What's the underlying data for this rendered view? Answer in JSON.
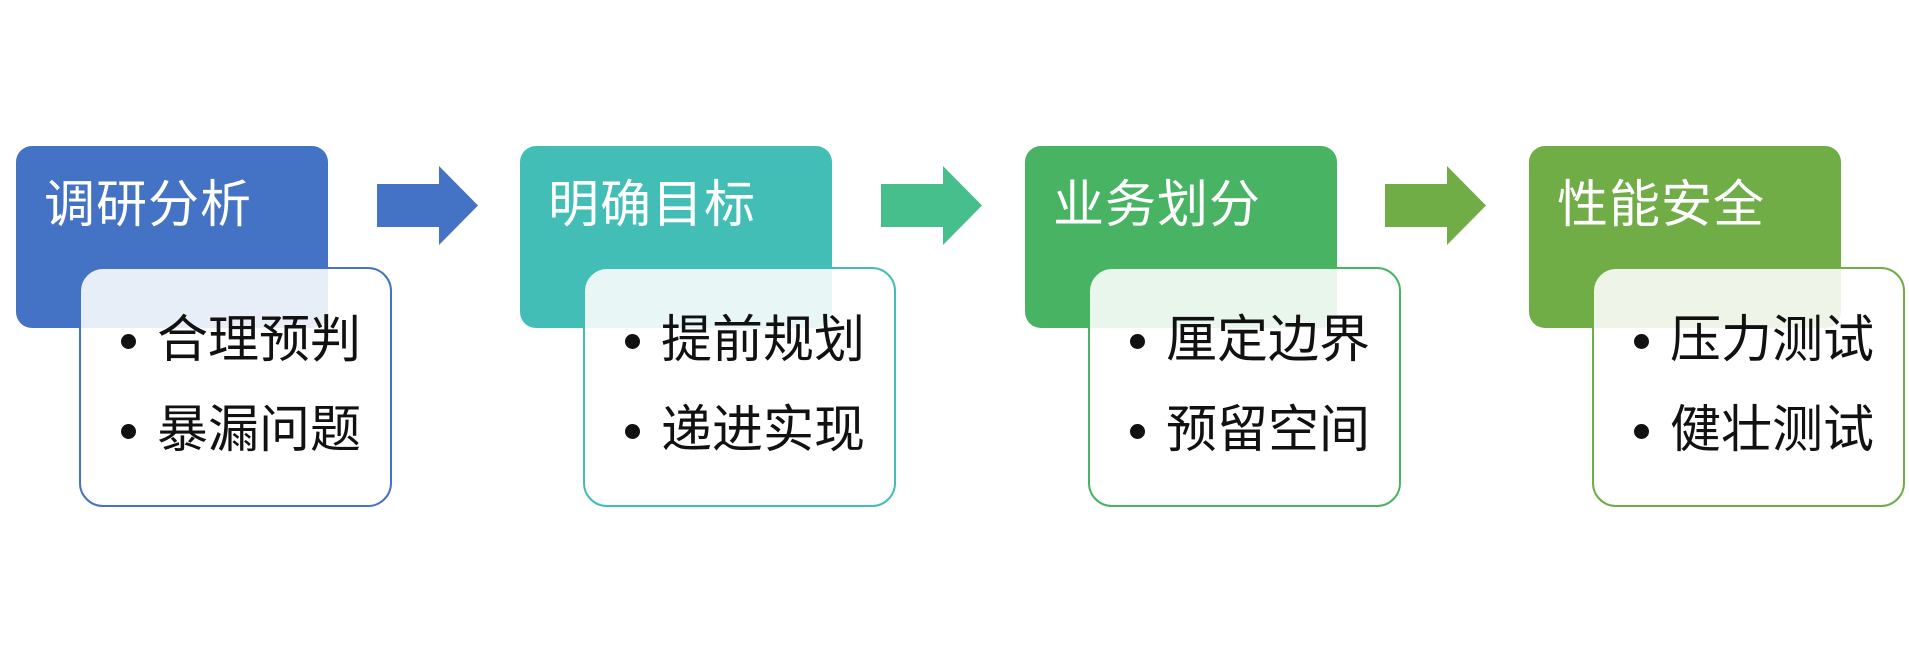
{
  "stages": [
    {
      "title": "调研分析",
      "items": [
        "合理预判",
        "暴漏问题"
      ],
      "color": "#4472c4",
      "border": "#4472c4"
    },
    {
      "title": "明确目标",
      "items": [
        "提前规划",
        "递进实现"
      ],
      "color": "#43beb6",
      "border": "#43beb6"
    },
    {
      "title": "业务划分",
      "items": [
        "厘定边界",
        "预留空间"
      ],
      "color": "#48b463",
      "border": "#48b463"
    },
    {
      "title": "性能安全",
      "items": [
        "压力测试",
        "健壮测试"
      ],
      "color": "#70ad47",
      "border": "#70ad47"
    }
  ],
  "arrows": [
    {
      "color": "#4472c4",
      "icon": "right-arrow-icon"
    },
    {
      "color": "#47bf8c",
      "icon": "right-arrow-icon"
    },
    {
      "color": "#70ad47",
      "icon": "right-arrow-icon"
    }
  ]
}
